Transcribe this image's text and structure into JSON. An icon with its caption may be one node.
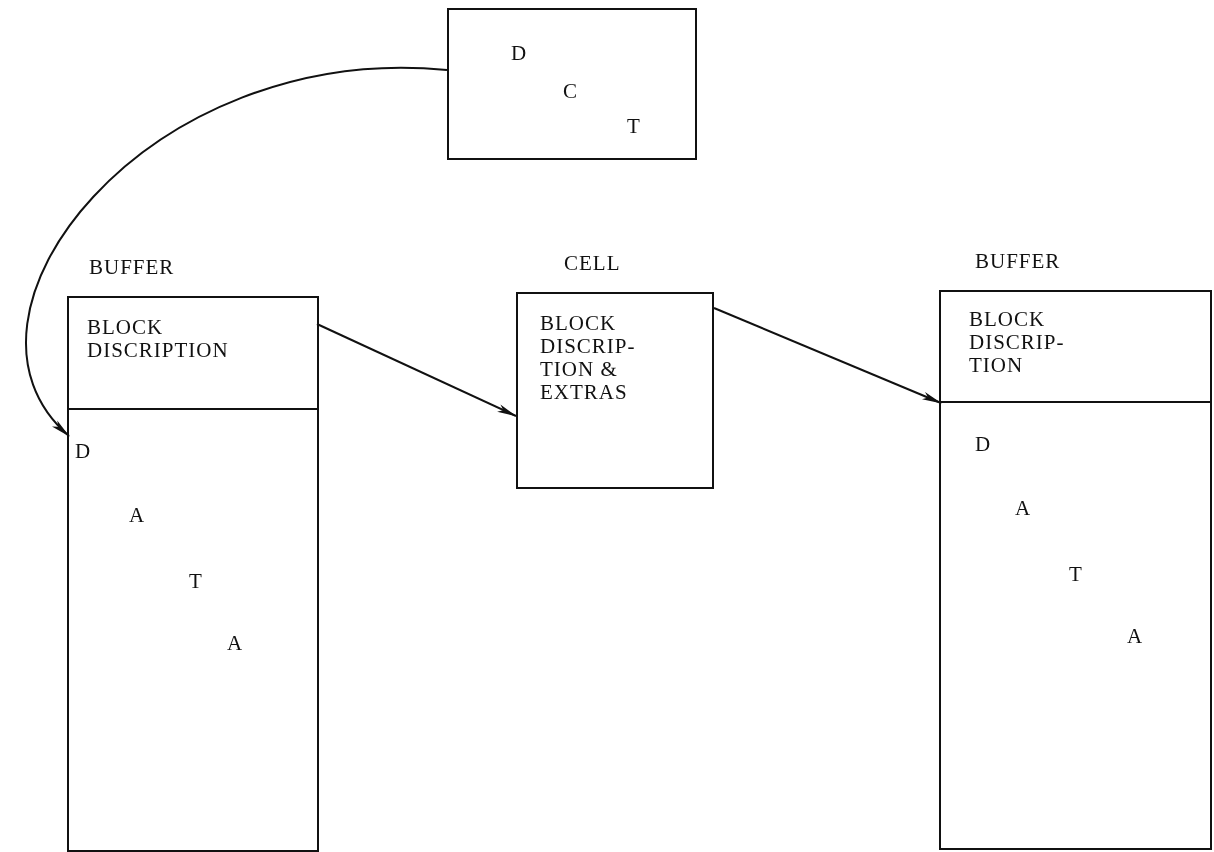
{
  "diagram": {
    "nodes": [
      {
        "text": [
          "D",
          "C",
          "T"
        ]
      },
      {
        "text": [
          "BUFFER"
        ]
      },
      {
        "text": [
          "BLOCK DISCRIPTION"
        ],
        "in": 1
      },
      {
        "text": [
          "D",
          "A",
          "T",
          "A"
        ],
        "in": 1
      },
      {
        "text": [
          "CELL",
          "BLOCK DISCRIP- TION & EXTRAS"
        ]
      },
      {
        "text": [
          "BUFFER"
        ]
      },
      {
        "text": [
          "BLOCK DISCRIP- TION"
        ],
        "in": 5
      },
      {
        "text": [
          "D",
          "A",
          "T",
          "A"
        ],
        "in": 5
      }
    ],
    "edges": [
      {
        "from": 0,
        "to": 3,
        "arrow": "to"
      },
      {
        "from": 2,
        "to": 4,
        "arrow": "to"
      },
      {
        "from": 4,
        "to": 6,
        "arrow": "to"
      }
    ]
  }
}
